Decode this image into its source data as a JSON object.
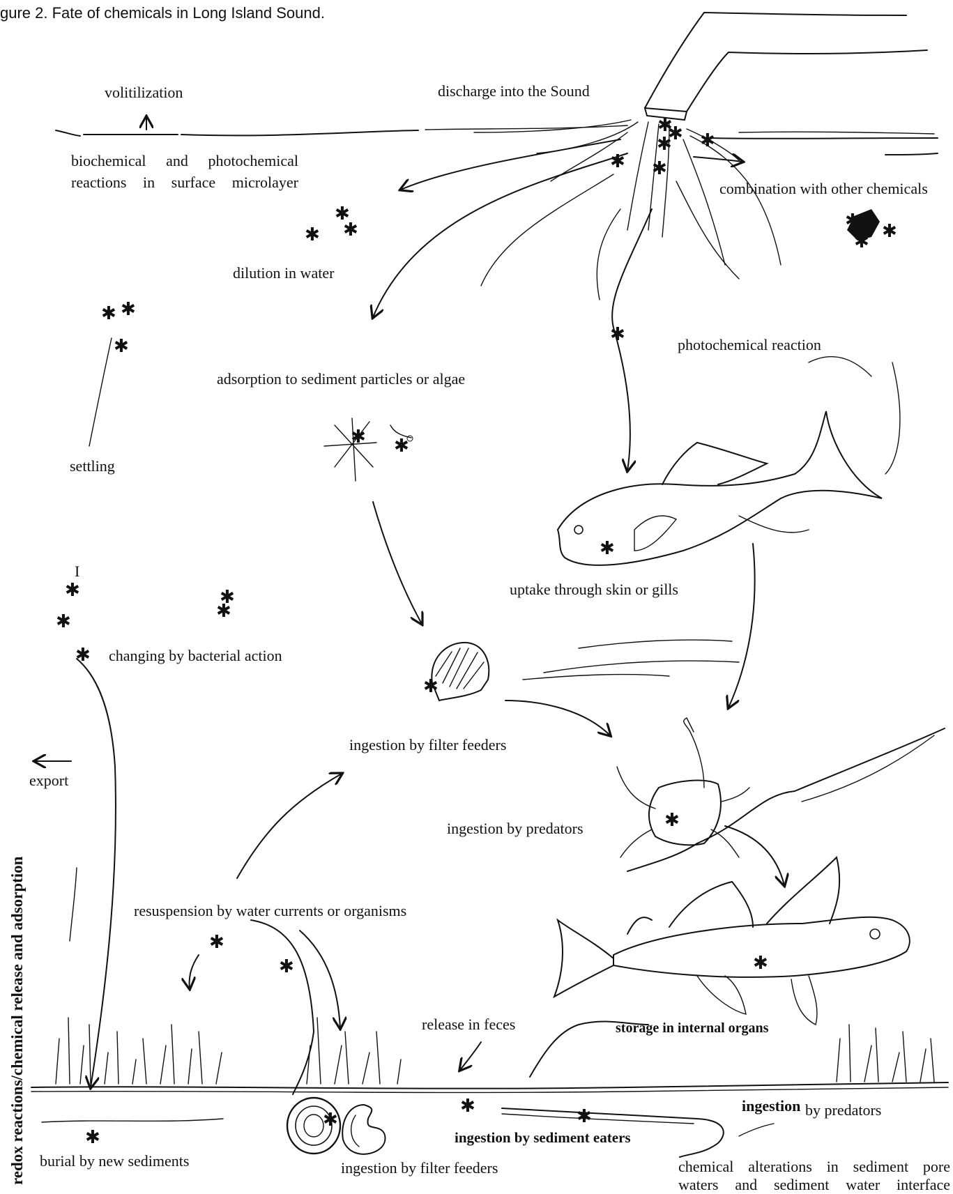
{
  "caption": "gure 2. Fate of chemicals in Long Island Sound.",
  "labels": {
    "volatilization": "volitilization",
    "discharge": "discharge into the Sound",
    "surface_reactions": "biochemical and photochemical reactions in surface microlayer",
    "combination": "combination with other chemicals",
    "dilution": "dilution in water",
    "photochemical": "photochemical reaction",
    "adsorption": "adsorption to sediment particles or algae",
    "settling": "settling",
    "uptake": "uptake through skin or gills",
    "i_mark": "I",
    "bacterial": "changing by bacterial action",
    "filter_feeders_top": "ingestion by filter feeders",
    "export": "export",
    "predators_crab": "ingestion by predators",
    "vertical": "redox reactions/chemical release and adsorption",
    "resuspension": "resuspension by water currents or organisms",
    "feces": "release in feces",
    "storage": "storage in internal organs",
    "predators_bottom_a": "ingestion",
    "predators_bottom_b": "by predators",
    "sediment_eaters": "ingestion by sediment eaters",
    "burial": "burial by new sediments",
    "filter_feeders_bottom": "ingestion by filter feeders",
    "pore_waters": "chemical alterations in sediment pore waters and sediment water interface"
  }
}
